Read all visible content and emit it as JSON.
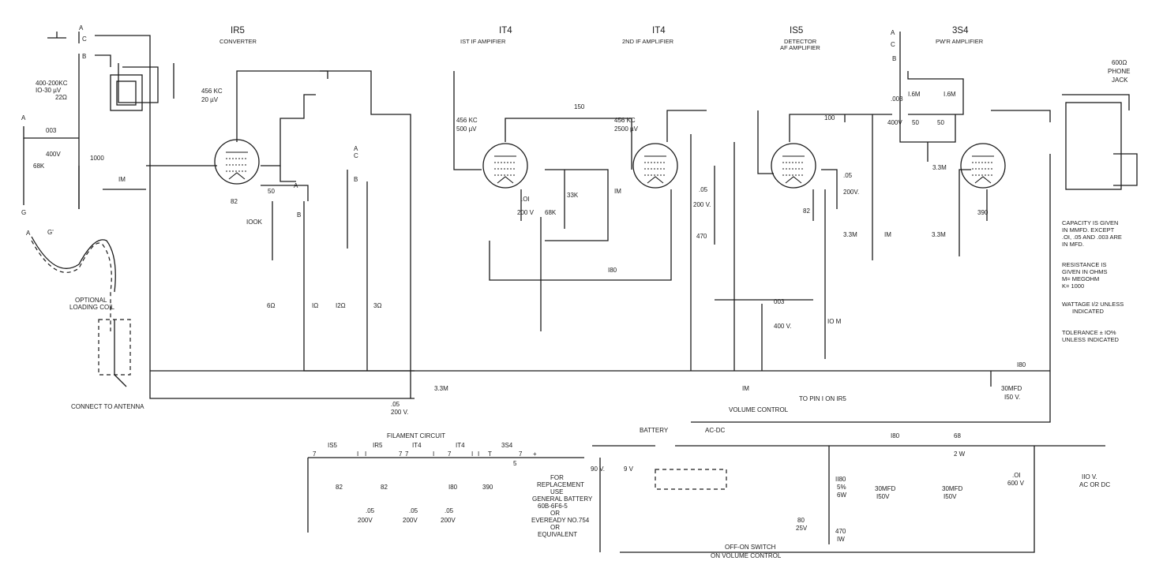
{
  "tubes": [
    {
      "type": "IR5",
      "function": "CONVERTER"
    },
    {
      "type": "IT4",
      "function": "IST IF AMPIFIER"
    },
    {
      "type": "IT4",
      "function": "2ND IF AMPLIFIER"
    },
    {
      "type": "IS5",
      "function": "DETECTOR",
      "function2": "AF AMPLIFIER"
    },
    {
      "type": "3S4",
      "function": "PW'R AMPLIFIER"
    }
  ],
  "antenna": {
    "band_switch": [
      "A",
      "C",
      "B"
    ],
    "loop_coil": [
      "400-200KC",
      "IO-30 µV",
      "22Ω"
    ],
    "cap_003": [
      "003",
      "400V"
    ],
    "cap_1000": "1000",
    "r_68k": "68K",
    "r_1m": "IM",
    "term_a": "A",
    "term_g": "G",
    "loop_ends": [
      "A",
      "G'"
    ],
    "loading_coil": [
      "OPTIONAL",
      "LOADING COIL"
    ],
    "connect": "CONNECT TO ANTENNA"
  },
  "converter": {
    "freq": [
      "456 KC",
      "20 µV"
    ],
    "r_82": "82",
    "c_50": "50",
    "r_100k": "IOOK",
    "switch_a": "A",
    "switch_c": "C",
    "switch_b": "B",
    "switch2_a": "A",
    "switch2_b": "B",
    "osc_coils": [
      "6Ω",
      "IΩ",
      "I2Ω",
      "3Ω"
    ],
    "c_05": [
      ".05",
      "200 V."
    ],
    "r_33m": "3.3M"
  },
  "if1": {
    "freq": [
      "456 KC",
      "500 µV"
    ],
    "c_01": [
      ".OI",
      "200 V"
    ],
    "r_68k": "68K",
    "r_33k": "33K",
    "r_1m": "IM"
  },
  "if2": {
    "freq": [
      "456 KC",
      "2500 µV"
    ],
    "c_150": "150",
    "c_05": [
      ".05",
      "200 V."
    ],
    "r_470": "470",
    "r_180": "I80"
  },
  "detector": {
    "c_100": "100",
    "c_05": [
      ".05",
      "200V."
    ],
    "r_82": "82",
    "r_33m": "3.3M",
    "r_1m": "IM",
    "c_003": [
      "003",
      "400 V."
    ],
    "r_10m": "IO M",
    "volume": [
      "IM",
      "VOLUME CONTROL"
    ],
    "to_pin": "TO PIN I ON IR5"
  },
  "output": {
    "switch": [
      "A",
      "C",
      "B"
    ],
    "c_003": [
      ".003",
      "400V"
    ],
    "r_16m_a": "I.6M",
    "r_16m_b": "I.6M",
    "c_50a": "50",
    "c_50b": "50",
    "r_33m_a": "3.3M",
    "r_33m_b": "3.3M",
    "r_390": "390",
    "phone_jack": [
      "600Ω",
      "PHONE",
      "JACK"
    ],
    "r_180": "I80",
    "c_30": [
      "30MFD",
      "I50 V."
    ]
  },
  "notes": [
    [
      "CAPACITY IS GIVEN",
      "IN MMFD. EXCEPT",
      ".OI, .05 AND .003 ARE",
      "IN MFD."
    ],
    [
      "RESISTANCE IS",
      "GIVEN IN OHMS",
      "M= MEGOHM",
      "K= 1000"
    ],
    [
      "WATTAGE I/2 UNLESS",
      "INDICATED"
    ],
    [
      "TOLERANCE ± IO%",
      "UNLESS INDICATED"
    ]
  ],
  "filament": {
    "title": "FILAMENT CIRCUIT",
    "tubes": [
      "IS5",
      "IR5",
      "IT4",
      "IT4",
      "3S4"
    ],
    "pins": [
      "7",
      "I",
      "I",
      "7",
      "7",
      "I",
      "7",
      "I",
      "I",
      "T",
      "5",
      "7",
      "+"
    ],
    "r": [
      "82",
      "82",
      "I80",
      "390"
    ],
    "caps": [
      [
        ".05",
        "200V"
      ],
      [
        ".05",
        "200V"
      ],
      [
        ".05",
        "200V"
      ]
    ]
  },
  "supply": {
    "battery": "BATTERY",
    "acdc": "AC-DC",
    "v90": "90 V.",
    "v9": "9 V",
    "replacement": [
      "FOR",
      "REPLACEMENT",
      "USE",
      "GENERAL BATTERY",
      "60B-6F6-5",
      "OR",
      "EVEREADY NO.754",
      "OR",
      "EQUIVALENT"
    ],
    "r_1180": [
      "II80",
      "5%",
      "6W"
    ],
    "r_470": [
      "470",
      "IW"
    ],
    "c_80": [
      "80",
      "25V"
    ],
    "c_30a": [
      "30MFD",
      "I50V"
    ],
    "c_30b": [
      "30MFD",
      "I50V"
    ],
    "r_180": "I80",
    "r_68": [
      "68",
      "2 W"
    ],
    "c_01": [
      ".OI",
      "600 V"
    ],
    "mains": [
      "IIO V.",
      "AC OR DC"
    ],
    "switch": [
      "OFF-ON SWITCH",
      "ON VOLUME CONTROL"
    ]
  }
}
